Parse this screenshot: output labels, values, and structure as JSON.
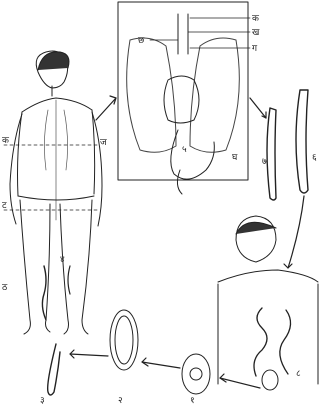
{
  "diagram": {
    "labels": {
      "ka": "क",
      "kha": "ख",
      "ga": "ग",
      "gha": "घ",
      "cha": "छ",
      "ja": "ज",
      "ta": "ट",
      "tha": "ठ",
      "n1": "१",
      "n2": "२",
      "n3": "३",
      "n4": "४",
      "n5": "५",
      "n6": "६",
      "n7": "७",
      "n8": "८"
    }
  }
}
